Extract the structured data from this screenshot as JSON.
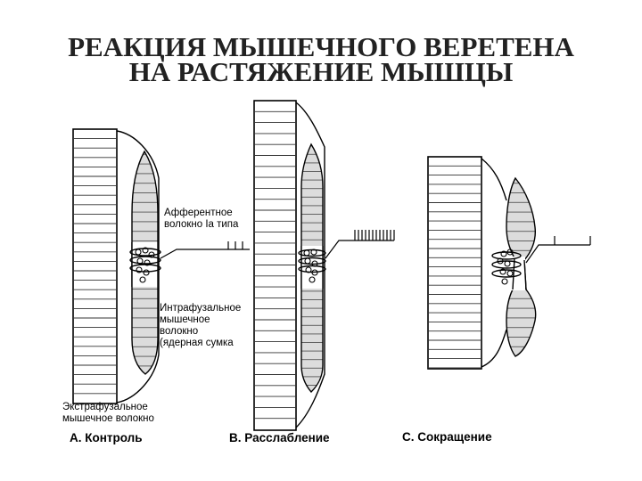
{
  "title_line1": "РЕАКЦИЯ МЫШЕЧНОГО ВЕРЕТЕНА",
  "title_line2": "НА РАСТЯЖЕНИЕ МЫШЦЫ",
  "labels": {
    "afferent_line1": "Афферентное",
    "afferent_line2": "волокно Ia типа",
    "intrafusal_line1": "Интрафузальное",
    "intrafusal_line2": "мышечное",
    "intrafusal_line3": "волокно",
    "intrafusal_line4": "(ядерная сумка",
    "extrafusal_line1": "Экстрафузальное",
    "extrafusal_line2": "мышечное волокно"
  },
  "captions": {
    "a": "А. Контроль",
    "b": "В. Расслабление",
    "c": "С. Сокращение"
  }
}
